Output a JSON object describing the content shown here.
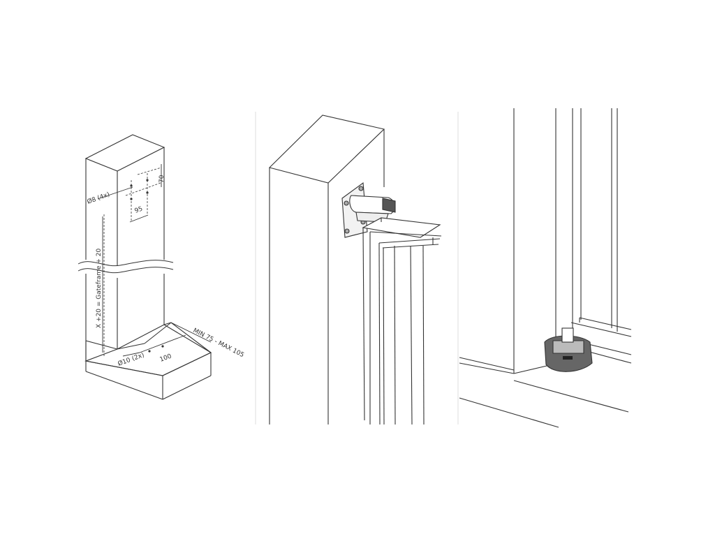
{
  "figure": {
    "panel_left": {
      "label_holes_top": "Ø8 (4x)",
      "dim_vertical_top": "70",
      "dim_horizontal_top": "95",
      "dim_height": "X +20 = Gateframe + 20",
      "dim_offset": "MIN 75 - MAX 105",
      "label_holes_bottom": "Ø10 (2x)",
      "dim_horizontal_bottom": "100"
    },
    "panel_middle": {},
    "panel_right": {}
  }
}
